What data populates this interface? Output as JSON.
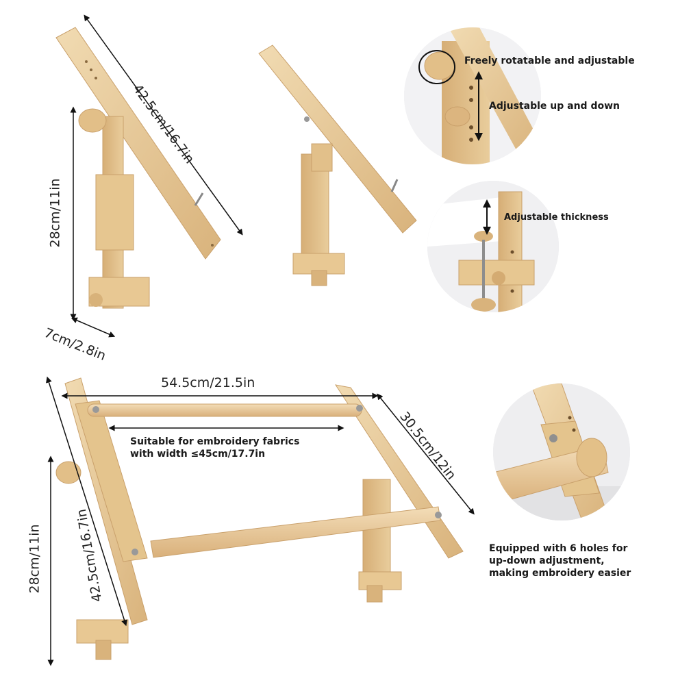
{
  "dimensions": {
    "top_diag": "42.5cm/16.7in",
    "top_height": "28cm/11in",
    "top_depth": "7cm/2.8in",
    "width": "54.5cm/21.5in",
    "side_depth": "30.5cm/12in",
    "bottom_height": "28cm/11in",
    "bottom_diag": "42.5cm/16.7in"
  },
  "callouts": {
    "rotate": "Freely rotatable and adjustable",
    "updown": "Adjustable up and down",
    "thickness": "Adjustable thickness",
    "fabric_line1": "Suitable for embroidery fabrics",
    "fabric_line2": "with width ≤45cm/17.7in",
    "holes_line1": "Equipped with 6 holes for",
    "holes_line2": "up-down adjustment,",
    "holes_line3": "making embroidery easier"
  },
  "colors": {
    "wood_light": "#ecd2a4",
    "wood_mid": "#ddb982",
    "wood_dark": "#c49a62",
    "bg": "#ffffff",
    "circle_bg": "#e9e9eb"
  }
}
